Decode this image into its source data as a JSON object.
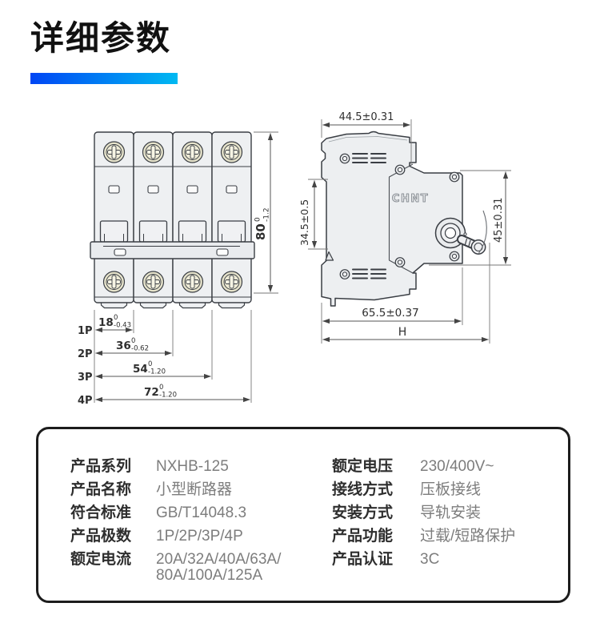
{
  "header": {
    "title": "详细参数"
  },
  "colors": {
    "accent_start": "#0046f4",
    "accent_end": "#00b9f2",
    "line": "#3a3e44",
    "dim_line": "#555555",
    "body_fill": "#edeff1"
  },
  "front_view": {
    "height_dim": {
      "value": "80",
      "sup": "0",
      "sub": "-1.2"
    },
    "pole_dims": [
      {
        "label": "1P",
        "value": "18",
        "sup": "0",
        "sub": "-0.43"
      },
      {
        "label": "2P",
        "value": "36",
        "sup": "0",
        "sub": "-0.62"
      },
      {
        "label": "3P",
        "value": "54",
        "sup": "0",
        "sub": "-1.20"
      },
      {
        "label": "4P",
        "value": "72",
        "sup": "0",
        "sub": "-1.20"
      }
    ]
  },
  "side_view": {
    "brand": "CHNT",
    "top_width_dim": "44.5±0.31",
    "rail_height_dim": "34.5±0.5",
    "front_height_dim": "45±0.31",
    "depth_dim": "65.5±0.37",
    "overall_depth_label": "H"
  },
  "specs": {
    "left": [
      {
        "label": "产品系列",
        "value": "NXHB-125"
      },
      {
        "label": "产品名称",
        "value": "小型断路器"
      },
      {
        "label": "符合标准",
        "value": "GB/T14048.3"
      },
      {
        "label": "产品极数",
        "value": "1P/2P/3P/4P"
      },
      {
        "label": "额定电流",
        "value": "20A/32A/40A/63A/",
        "value2": "80A/100A/125A"
      }
    ],
    "right": [
      {
        "label": "额定电压",
        "value": "230/400V~"
      },
      {
        "label": "接线方式",
        "value": "压板接线"
      },
      {
        "label": "安装方式",
        "value": "导轨安装"
      },
      {
        "label": "产品功能",
        "value": "过载/短路保护"
      },
      {
        "label": "产品认证",
        "value": "3C"
      }
    ]
  }
}
